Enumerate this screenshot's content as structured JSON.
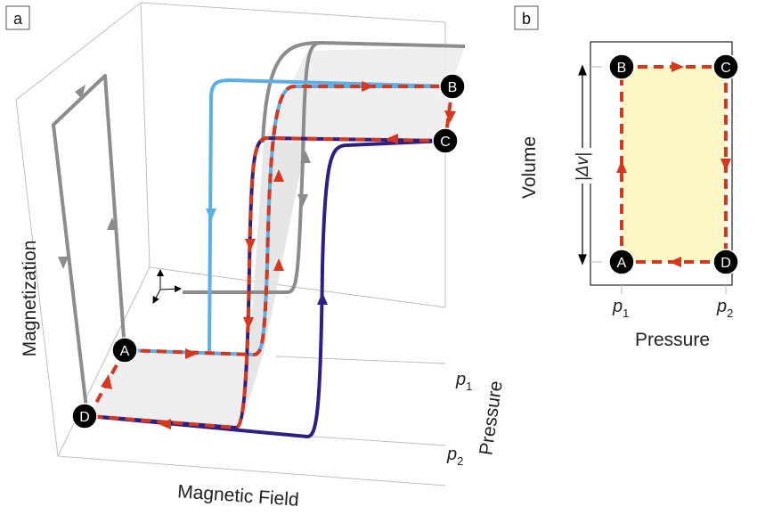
{
  "panels": {
    "a": {
      "label": "a"
    },
    "b": {
      "label": "b"
    }
  },
  "panel_a": {
    "axis_labels": {
      "z": "Magnetization",
      "x": "Magnetic Field",
      "y": "Pressure"
    },
    "pressure_ticks": {
      "p1": "p",
      "p1_sub": "1",
      "p2": "p",
      "p2_sub": "2"
    },
    "points": {
      "A": "A",
      "B": "B",
      "C": "C",
      "D": "D"
    }
  },
  "panel_b": {
    "axis_labels": {
      "y": "Volume",
      "x": "Pressure"
    },
    "delta_label": "|Δv|",
    "ticks": {
      "p1": "p",
      "p1_sub": "1",
      "p2": "p",
      "p2_sub": "2"
    },
    "points": {
      "A": "A",
      "B": "B",
      "C": "C",
      "D": "D"
    }
  },
  "colors": {
    "cycle_red": "#d7361f",
    "light_blue": "#5ab0e6",
    "dark_blue": "#2e1f86",
    "gray": "#8c8c8c",
    "fill_yellow": "#fdf7c6",
    "plane_gray": "#ebebeb"
  }
}
